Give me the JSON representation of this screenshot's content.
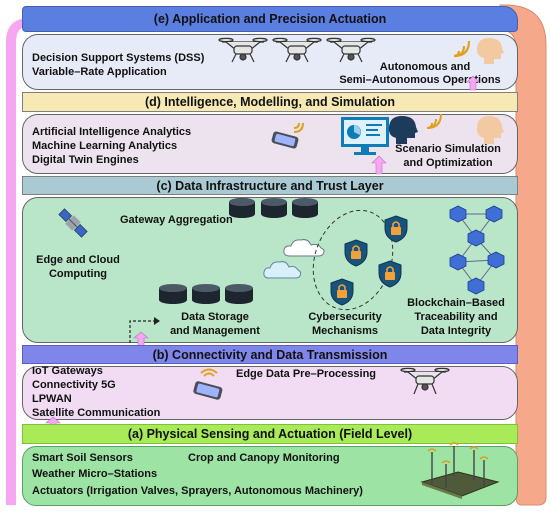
{
  "layers": {
    "e": {
      "title": "(e) Application and Precision Actuation",
      "items": [
        "Decision Support Systems (DSS)",
        "Variable–Rate Application"
      ],
      "autonomous": [
        "Autonomous and",
        "Semi–Autonomous Operations"
      ]
    },
    "d": {
      "title": "(d) Intelligence, Modelling, and Simulation",
      "items": [
        "Artificial Intelligence Analytics",
        "Machine Learning Analytics",
        "Digital Twin Engines"
      ],
      "scenario": [
        "Scenario Simulation",
        "and Optimization"
      ]
    },
    "c": {
      "title": "(c) Data Infrastructure and Trust Layer",
      "gateway": "Gateway Aggregation",
      "edge_cloud": [
        "Edge and Cloud",
        "Computing"
      ],
      "storage": [
        "Data Storage",
        "and Management"
      ],
      "security": [
        "Cybersecurity",
        "Mechanisms"
      ],
      "blockchain": [
        "Blockchain–Based",
        "Traceability and",
        "Data Integrity"
      ]
    },
    "b": {
      "title": "(b) Connectivity and Data Transmission",
      "items": [
        "IoT Gateways",
        "Connectivity 5G",
        "LPWAN",
        "Satellite Communication"
      ],
      "edge": "Edge Data Pre–Processing"
    },
    "a": {
      "title": "(a) Physical Sensing and Actuation (Field Level)",
      "items": [
        "Smart Soil Sensors",
        "Weather Micro–Stations",
        "Actuators (Irrigation Valves, Sprayers, Autonomous Machinery)"
      ],
      "crop": "Crop and Canopy Monitoring"
    }
  },
  "colors": {
    "band_e": "#5b7fe0",
    "band_d": "#f7e9b4",
    "band_c": "#a9c9d3",
    "band_b": "#7f86ea",
    "band_a": "#a8ea57",
    "panel_e": "#e7ebf7",
    "panel_d": "#ece3ee",
    "panel_c": "#b9e6c9",
    "panel_b": "#f1dcf3",
    "panel_a": "#9de3a4",
    "arrow_up": "#f7a6f2",
    "arrow_down": "#f5a98a"
  },
  "icons": [
    "drone-icon",
    "signal-icon",
    "head-icon",
    "smartphone-icon",
    "monitor-dashboard-icon",
    "satellite-icon",
    "server-stack-icon",
    "cloud-icon",
    "shield-lock-icon",
    "blockchain-network-icon",
    "field-sensor-icon"
  ]
}
